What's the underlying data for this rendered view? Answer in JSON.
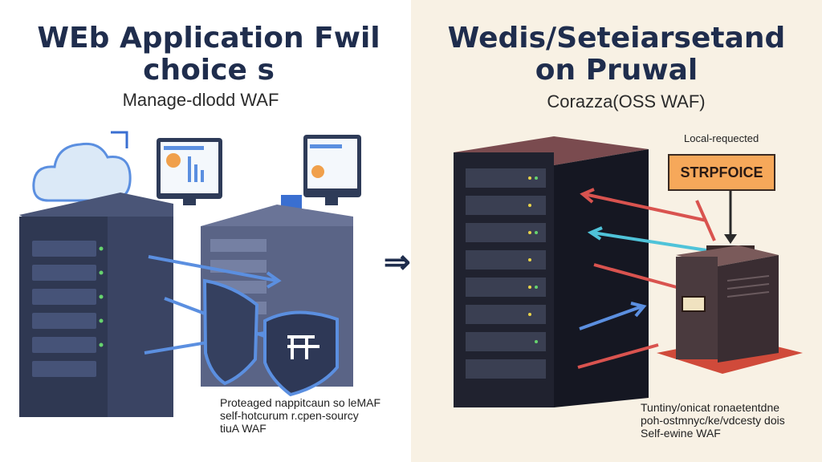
{
  "left": {
    "title_line1": "WEb Application Fwil",
    "title_line2": "choice s",
    "subtitle": "Manage-dlodd WAF",
    "caption_line1": "Proteaged nappitcaun so leMAF",
    "caption_line2": "self-hotcurum r.cpen-sourcy",
    "caption_line3": "tiuA WAF"
  },
  "right": {
    "title_line1": "Wedis/Seteiarsetand",
    "title_line2": "on Pruwal",
    "subtitle": "Corazza(OSS WAF)",
    "local_label": "Local-requected",
    "box_label": "STRPFOICE",
    "caption_line1": "Tuntiny/onicat ronaetentdne",
    "caption_line2": "poh-ostmnyc/ke/vdcesty dois",
    "caption_line3": "Self-ewine WAF"
  },
  "divider": {
    "arrow": "⇒"
  },
  "icons": [
    "cloud-icon",
    "monitor-icon",
    "shield-icon",
    "server-icon",
    "arrow-icon"
  ],
  "colors": {
    "left_bg": "#ffffff",
    "right_bg": "#f8f1e4",
    "title": "#1f2d4d",
    "server_dark": "#2a3046",
    "accent_orange": "#f6a85a",
    "arrow_blue": "#5b8fe0",
    "arrow_red": "#d9534f",
    "arrow_teal": "#4fc3d9"
  }
}
